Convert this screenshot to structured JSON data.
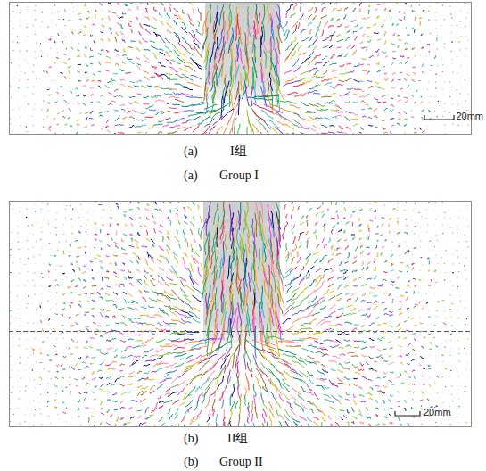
{
  "diagram": {
    "labels": [
      "20mm",
      "(a)",
      "I组",
      "(a)",
      "Group I",
      "20mm",
      "(b)",
      "II组",
      "(b)",
      "Group II"
    ]
  }
}
